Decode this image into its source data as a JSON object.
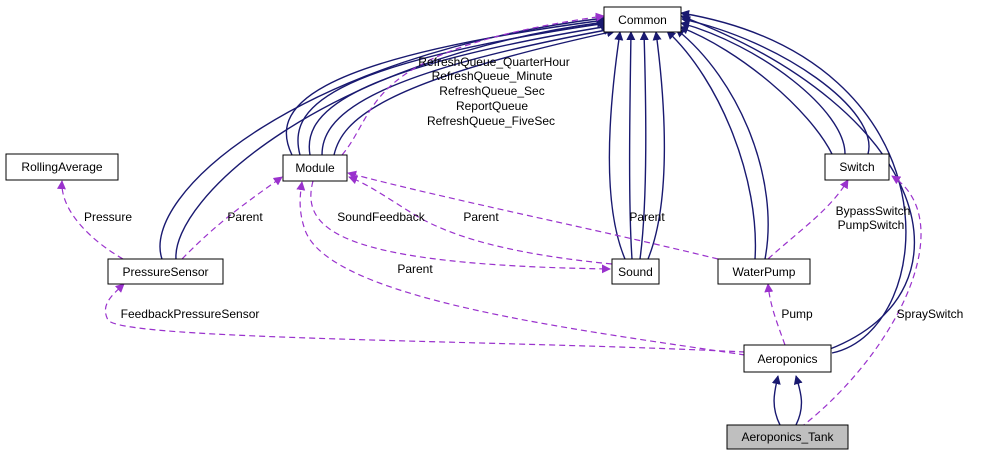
{
  "colors": {
    "inheritance_edge": "#191970",
    "usage_edge": "#9a32cd",
    "node_border": "#000000",
    "node_fill": "#ffffff",
    "highlight_fill": "#bfbfbf"
  },
  "nodes": {
    "common": "Common",
    "rolling_average": "RollingAverage",
    "module": "Module",
    "switch": "Switch",
    "pressure_sensor": "PressureSensor",
    "sound": "Sound",
    "water_pump": "WaterPump",
    "aeroponics": "Aeroponics",
    "aeroponics_tank": "Aeroponics_Tank"
  },
  "edge_labels": {
    "refresh_queue_quarter_hour": "RefreshQueue_QuarterHour",
    "refresh_queue_minute": "RefreshQueue_Minute",
    "refresh_queue_sec": "RefreshQueue_Sec",
    "report_queue": "ReportQueue",
    "refresh_queue_five_sec": "RefreshQueue_FiveSec",
    "pressure": "Pressure",
    "parent_pressure_sensor": "Parent",
    "sound_feedback": "SoundFeedback",
    "parent_sound": "Parent",
    "parent_water_pump": "Parent",
    "parent_aeroponics": "Parent",
    "bypass_switch": "BypassSwitch",
    "pump_switch": "PumpSwitch",
    "feedback_pressure_sensor": "FeedbackPressureSensor",
    "pump": "Pump",
    "spray_switch": "SpraySwitch"
  }
}
